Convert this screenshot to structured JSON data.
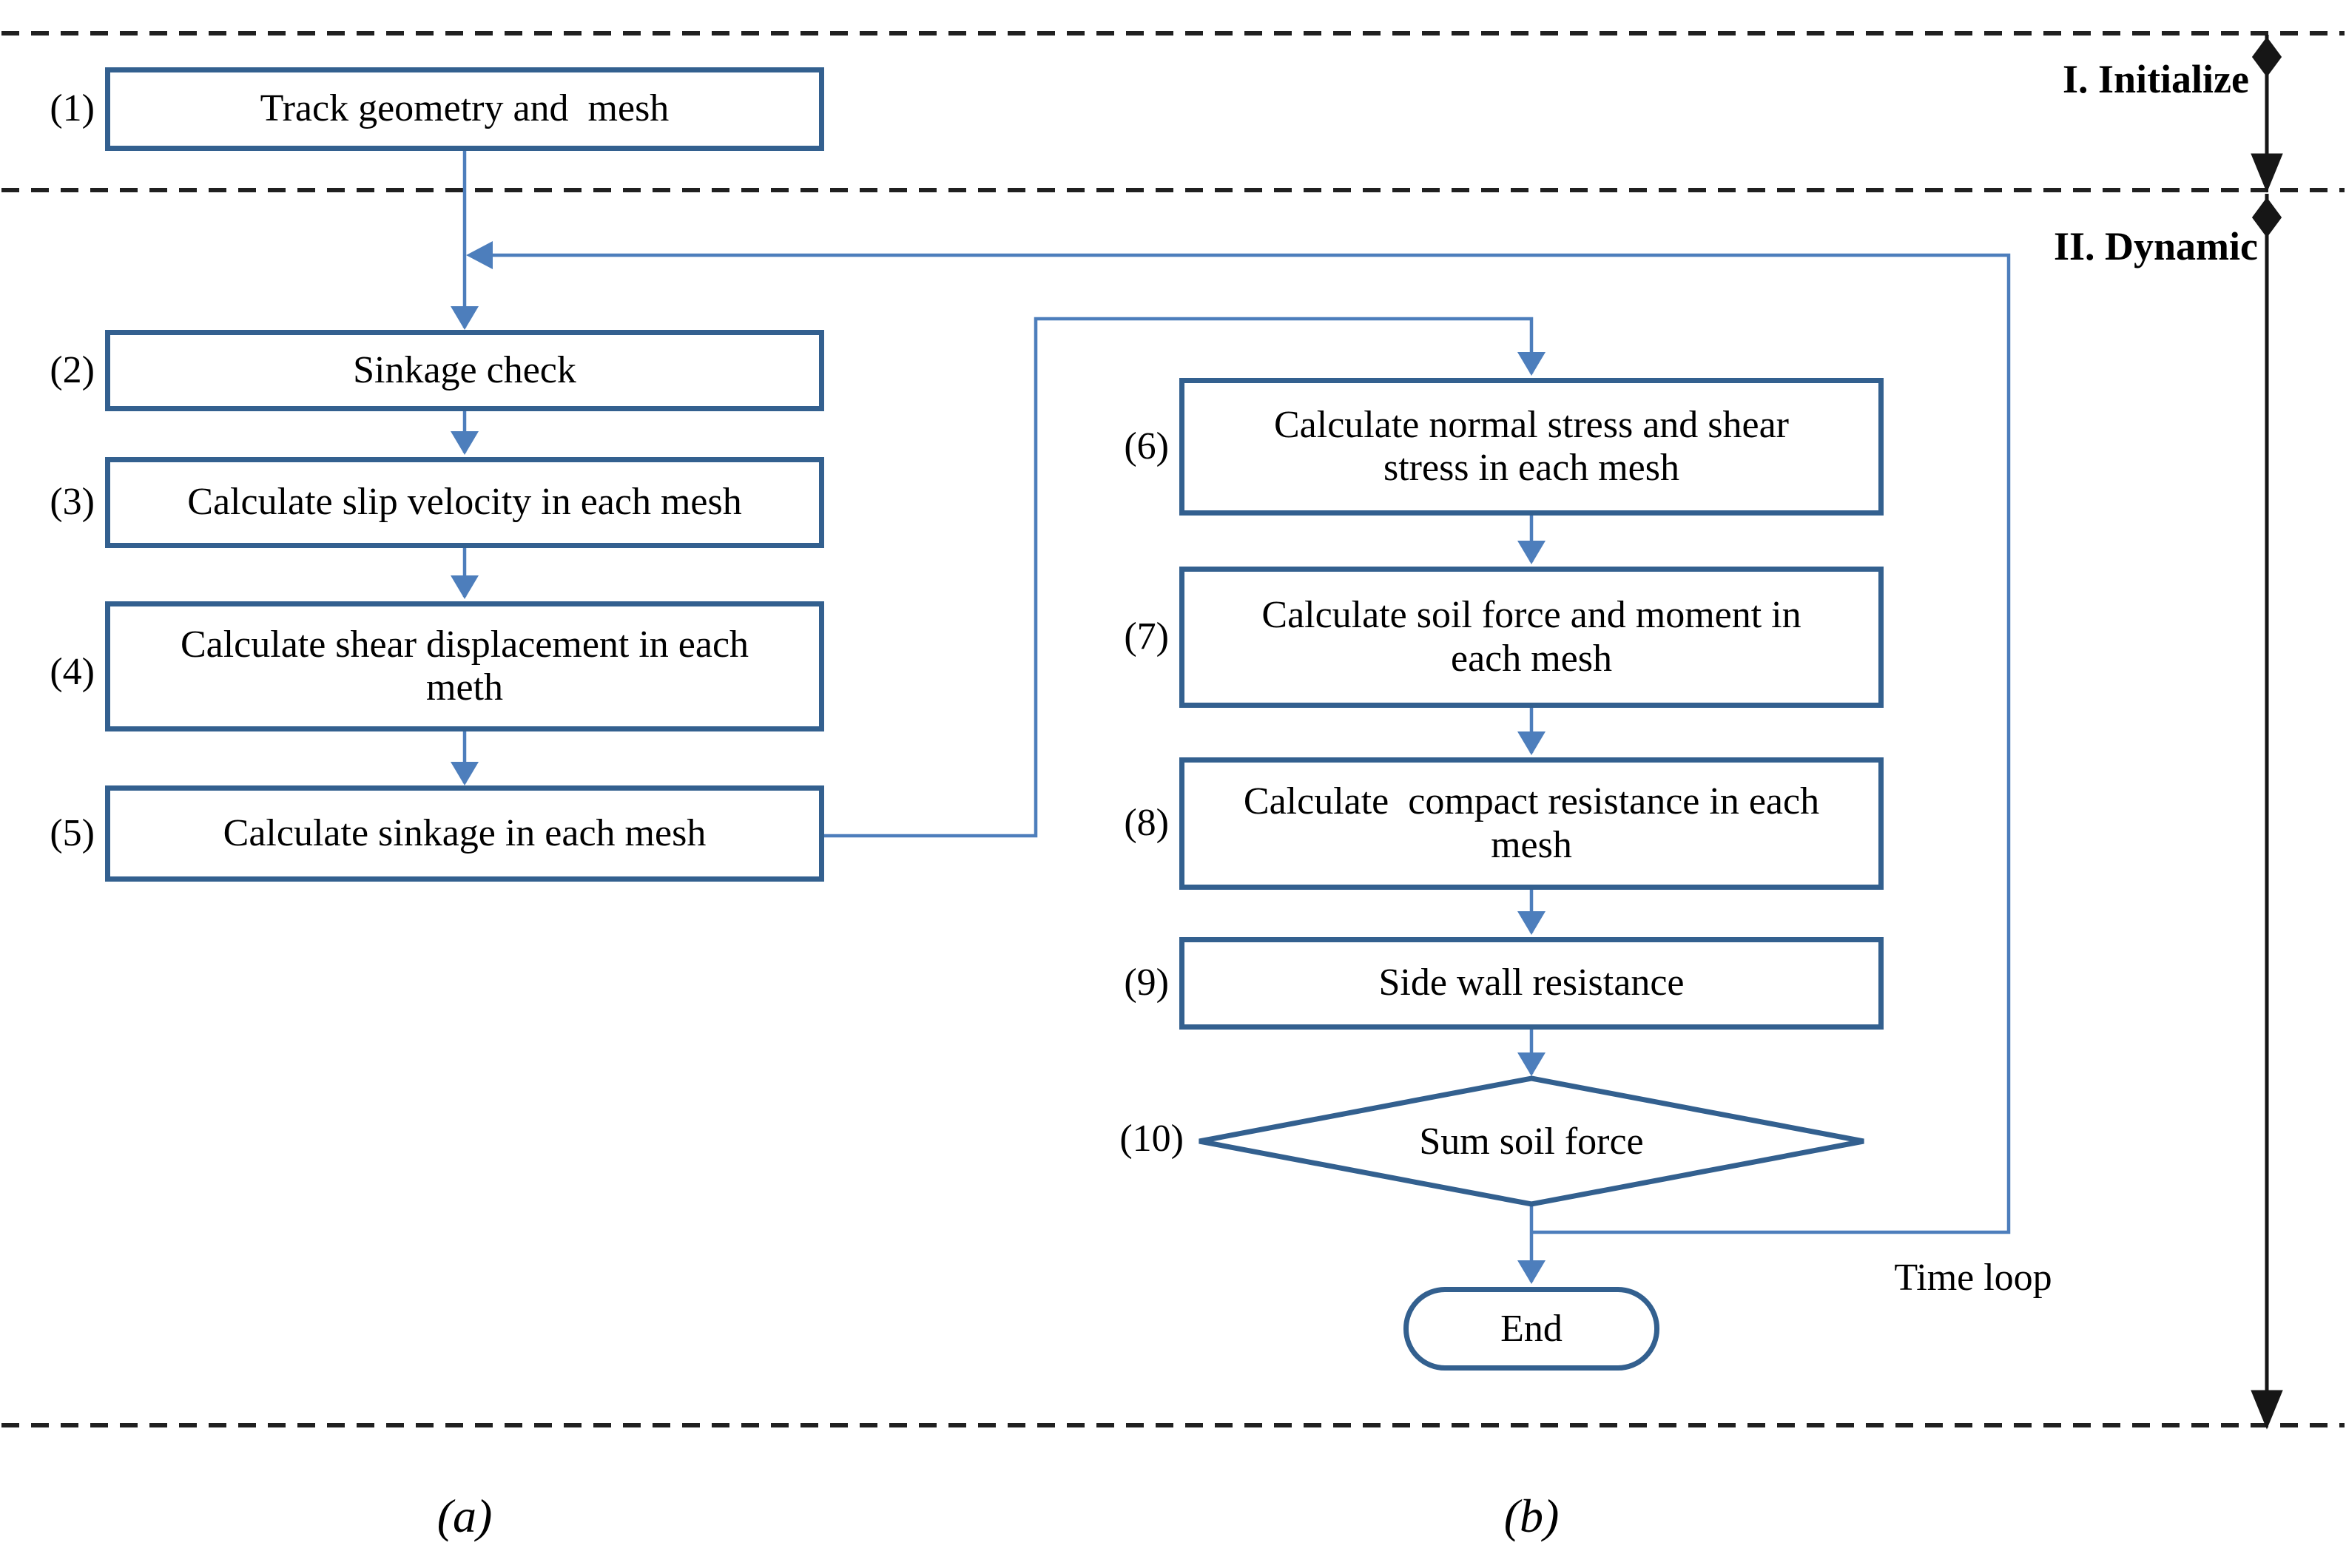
{
  "sections": {
    "initialize_label": "I. Initialize",
    "dynamic_label": "II. Dynamic"
  },
  "left_column": {
    "steps": [
      {
        "num": "(1)",
        "label": "Track geometry and  mesh"
      },
      {
        "num": "(2)",
        "label": "Sinkage check"
      },
      {
        "num": "(3)",
        "label": "Calculate slip velocity in each mesh"
      },
      {
        "num": "(4)",
        "label": "Calculate shear displacement in each\nmeth"
      },
      {
        "num": "(5)",
        "label": "Calculate sinkage in each mesh"
      }
    ]
  },
  "right_column": {
    "steps": [
      {
        "num": "(6)",
        "label": "Calculate normal stress and shear\nstress in each mesh"
      },
      {
        "num": "(7)",
        "label": "Calculate soil force and moment in\neach mesh"
      },
      {
        "num": "(8)",
        "label": "Calculate  compact resistance in each\nmesh"
      },
      {
        "num": "(9)",
        "label": "Side wall resistance"
      }
    ],
    "decision": {
      "num": "(10)",
      "label": "Sum soil force"
    },
    "terminator": {
      "label": "End"
    }
  },
  "annotations": {
    "time_loop": "Time loop",
    "caption_left": "(a)",
    "caption_right": "(b)"
  },
  "colors": {
    "box_border": "#33608f",
    "connector": "#4d7ebc",
    "structure": "#1c1c1c"
  }
}
